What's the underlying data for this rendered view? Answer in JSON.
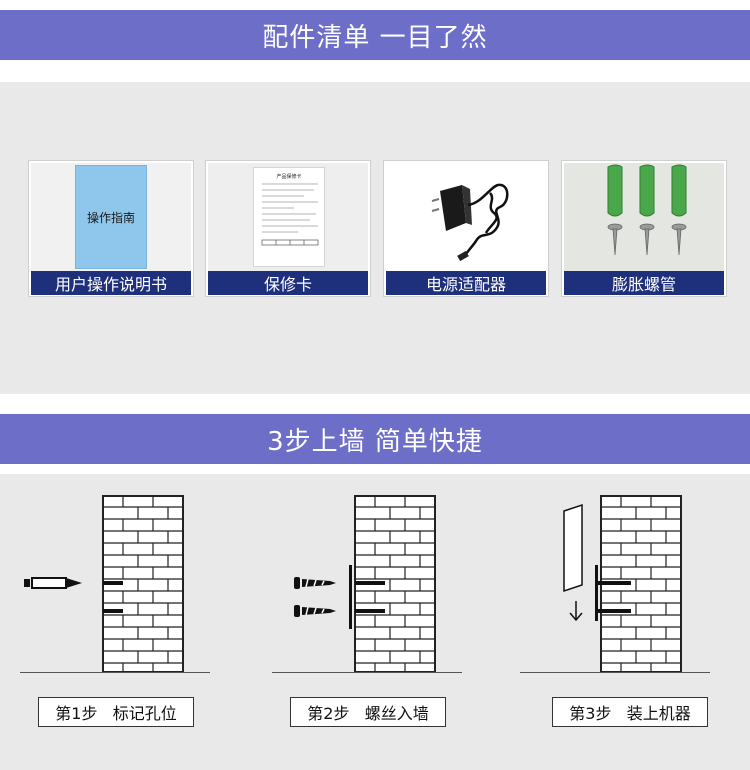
{
  "section1": {
    "title": "配件清单  一目了然",
    "items": [
      {
        "label": "用户操作说明书",
        "icon": "manual-booklet",
        "cover_text": "操作指南"
      },
      {
        "label": "保修卡",
        "icon": "warranty-card",
        "card_title": "产品保修卡"
      },
      {
        "label": "电源适配器",
        "icon": "power-adapter"
      },
      {
        "label": "膨胀螺管",
        "icon": "expansion-anchors-screws"
      }
    ]
  },
  "section2": {
    "title": "3步上墙  简单快捷",
    "steps": [
      {
        "label": "第1步   标记孔位",
        "icon": "pencil-mark"
      },
      {
        "label": "第2步   螺丝入墙",
        "icon": "screws-into-wall"
      },
      {
        "label": "第3步   装上机器",
        "icon": "mount-device"
      }
    ]
  },
  "colors": {
    "banner": "#6d6ec8",
    "label_bg": "#1e2f7c",
    "band_bg": "#e9e9e9",
    "anchor_green": "#4aa84a"
  }
}
